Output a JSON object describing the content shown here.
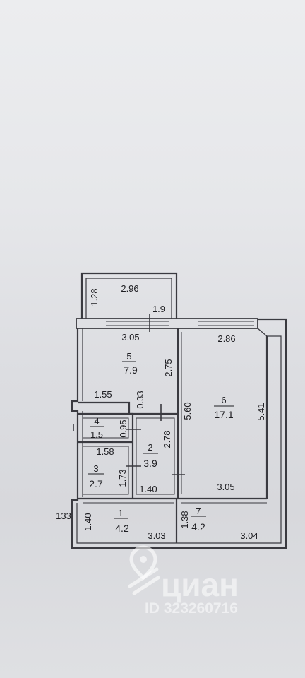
{
  "rooms": [
    {
      "number": "1",
      "area": "4.2"
    },
    {
      "number": "2",
      "area": "3.9"
    },
    {
      "number": "3",
      "area": "2.7"
    },
    {
      "number": "4",
      "area": "1.5"
    },
    {
      "number": "5",
      "area": "7.9"
    },
    {
      "number": "6",
      "area": "17.1"
    },
    {
      "number": "7",
      "area": "4.2"
    }
  ],
  "dimensions": {
    "loggia_depth": "1.28",
    "loggia_width": "2.96",
    "window_width": "1.9",
    "room5_width": "3.05",
    "room6_width_top": "2.86",
    "room5_height": "2.75",
    "room5_lower_width": "1.55",
    "partition": "0.33",
    "room6_height_left": "5.60",
    "room6_height_right": "5.41",
    "room4_height": "0.95",
    "room2_height": "2.78",
    "room3_width": "1.58",
    "room3_height": "1.73",
    "room2_width": "1.40",
    "room6_width_bottom": "3.05",
    "left_offset": "133",
    "room1_height": "1.40",
    "room1_width": "3.03",
    "room7_height": "1.38",
    "room7_width": "3.04"
  },
  "watermark": {
    "brand": "циан",
    "id_text": "ID 323260716",
    "icon": "map-pin-icon"
  },
  "colors": {
    "wall": "#3a3a40",
    "text": "#1e1e22",
    "paper": "#e2e3e6"
  }
}
